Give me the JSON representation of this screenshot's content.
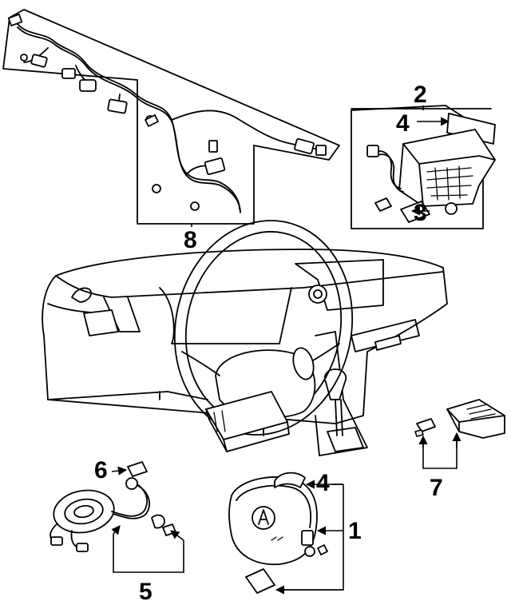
{
  "callouts": {
    "c1": "1",
    "c2": "2",
    "c3": "3",
    "c4_module": "4",
    "c4_wheel": "4",
    "c5": "5",
    "c6": "6",
    "c7": "7",
    "c8": "8"
  },
  "icons": [
    "wire-harness",
    "passenger-airbag-module",
    "dashboard",
    "steering-wheel",
    "clock-spring",
    "driver-airbag",
    "sensor-unit",
    "acura-logo"
  ]
}
